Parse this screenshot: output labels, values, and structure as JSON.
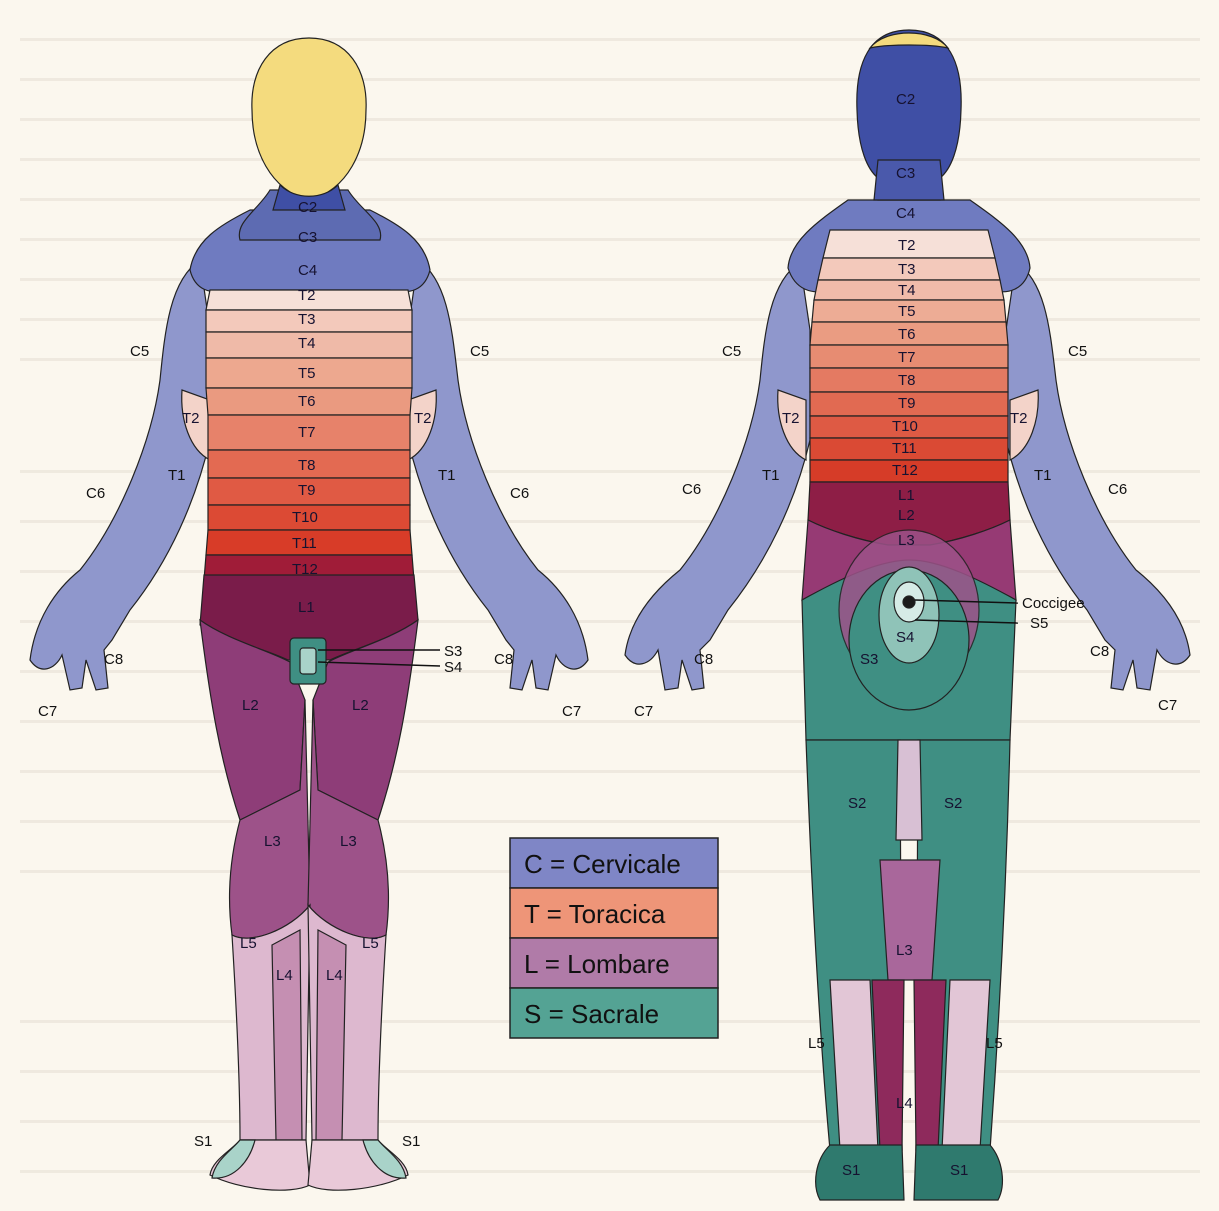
{
  "colors": {
    "cervicale": "#5d6bb2",
    "cervicale_light": "#8f97cc",
    "head": "#f4db7e",
    "toracica_light": "#f3d3c9",
    "toracica_mid": "#ea9a80",
    "toracica_dark": "#dc3c28",
    "lombare_dark": "#7a1c4a",
    "lombare": "#8e3d78",
    "lombare_light": "#c58fb2",
    "sacrale": "#3f8f83",
    "sacrale_light": "#a9d3c9"
  },
  "front_labels": {
    "c2": "C2",
    "c3": "C3",
    "c4": "C4",
    "t2": "T2",
    "t3": "T3",
    "t4": "T4",
    "t5": "T5",
    "t6": "T6",
    "t7": "T7",
    "t8": "T8",
    "t9": "T9",
    "t10": "T10",
    "t11": "T11",
    "t12": "T12",
    "l1": "L1",
    "s3": "S3",
    "s4": "S4",
    "c5_left": "C5",
    "c5_right": "C5",
    "t2_left_arm": "T2",
    "t2_right_arm": "T2",
    "t1_left": "T1",
    "t1_right": "T1",
    "c6_left": "C6",
    "c6_right": "C6",
    "c8_left": "C8",
    "c8_right": "C8",
    "c7_left": "C7",
    "c7_right": "C7",
    "l2_left": "L2",
    "l2_right": "L2",
    "l3_left": "L3",
    "l3_right": "L3",
    "l5_left": "L5",
    "l5_right": "L5",
    "l4_left": "L4",
    "l4_right": "L4",
    "s1_left": "S1",
    "s1_right": "S1"
  },
  "back_labels": {
    "c2": "C2",
    "c3": "C3",
    "c4": "C4",
    "t2": "T2",
    "t3": "T3",
    "t4": "T4",
    "t5": "T5",
    "t6": "T6",
    "t7": "T7",
    "t8": "T8",
    "t9": "T9",
    "t10": "T10",
    "t11": "T11",
    "t12": "T12",
    "l1": "L1",
    "l2": "L2",
    "l3": "L3",
    "coccyx": "Coccigee",
    "s5": "S5",
    "s4": "S4",
    "s3": "S3",
    "s2_left": "S2",
    "s2_right": "S2",
    "l3_leg": "L3",
    "c5_left": "C5",
    "c5_right": "C5",
    "t2_left_arm": "T2",
    "t2_right_arm": "T2",
    "t1_left": "T1",
    "t1_right": "T1",
    "c6_left": "C6",
    "c6_right": "C6",
    "c8_left": "C8",
    "c8_right": "C8",
    "c7_left": "C7",
    "c7_right": "C7",
    "l5_left": "L5",
    "l5_right": "L5",
    "l4": "L4",
    "s1_left": "S1",
    "s1_right": "S1"
  },
  "legend": [
    {
      "text": "C = Cervicale",
      "color": "#7f86c6"
    },
    {
      "text": "T = Toracica",
      "color": "#ee9578"
    },
    {
      "text": "L = Lombare",
      "color": "#b07ba8"
    },
    {
      "text": "S = Sacrale",
      "color": "#54a394"
    }
  ]
}
